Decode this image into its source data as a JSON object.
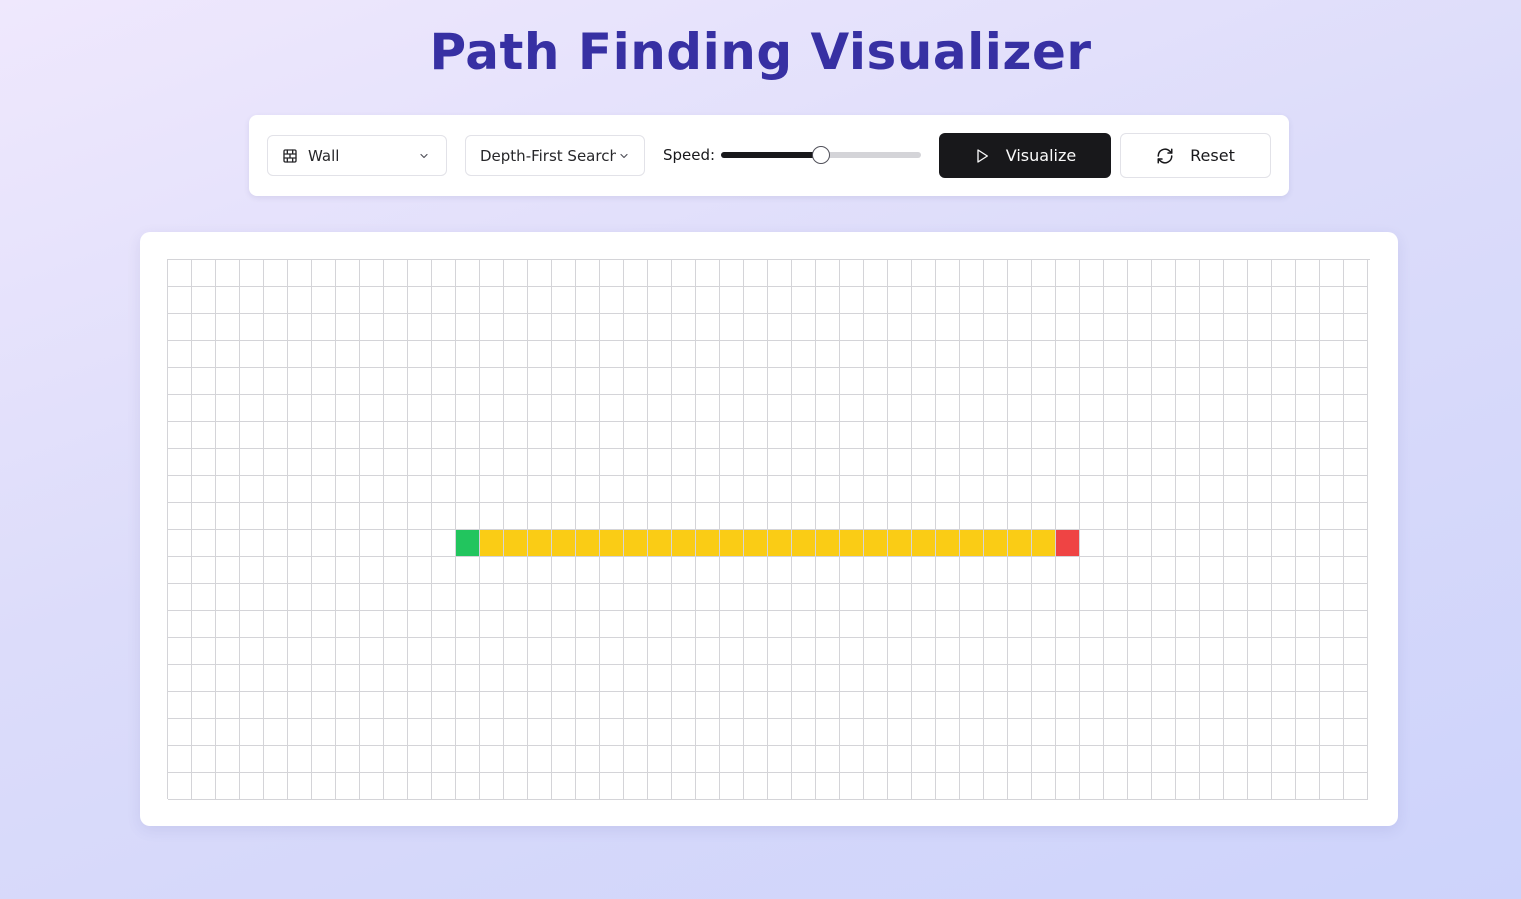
{
  "header": {
    "title": "Path Finding Visualizer"
  },
  "toolbar": {
    "mode_select": {
      "value": "Wall",
      "icon": "brick-wall-icon"
    },
    "algorithm_select": {
      "value": "Depth-First Search (DFS)"
    },
    "speed": {
      "label": "Speed:",
      "value_percent": 50
    },
    "visualize_button": {
      "label": "Visualize",
      "icon": "play-icon"
    },
    "reset_button": {
      "label": "Reset",
      "icon": "refresh-icon"
    }
  },
  "grid": {
    "rows": 20,
    "cols": 50,
    "start": {
      "row": 10,
      "col": 12
    },
    "end": {
      "row": 10,
      "col": 37
    },
    "path": [
      [
        10,
        13
      ],
      [
        10,
        14
      ],
      [
        10,
        15
      ],
      [
        10,
        16
      ],
      [
        10,
        17
      ],
      [
        10,
        18
      ],
      [
        10,
        19
      ],
      [
        10,
        20
      ],
      [
        10,
        21
      ],
      [
        10,
        22
      ],
      [
        10,
        23
      ],
      [
        10,
        24
      ],
      [
        10,
        25
      ],
      [
        10,
        26
      ],
      [
        10,
        27
      ],
      [
        10,
        28
      ],
      [
        10,
        29
      ],
      [
        10,
        30
      ],
      [
        10,
        31
      ],
      [
        10,
        32
      ],
      [
        10,
        33
      ],
      [
        10,
        34
      ],
      [
        10,
        35
      ],
      [
        10,
        36
      ]
    ],
    "colors": {
      "start": "#22c55e",
      "end": "#ef4444",
      "path": "#facc15",
      "empty": "#ffffff",
      "border": "#d4d4d8"
    }
  },
  "colors": {
    "title": "#3730a3",
    "primary_button": "#18181b"
  }
}
